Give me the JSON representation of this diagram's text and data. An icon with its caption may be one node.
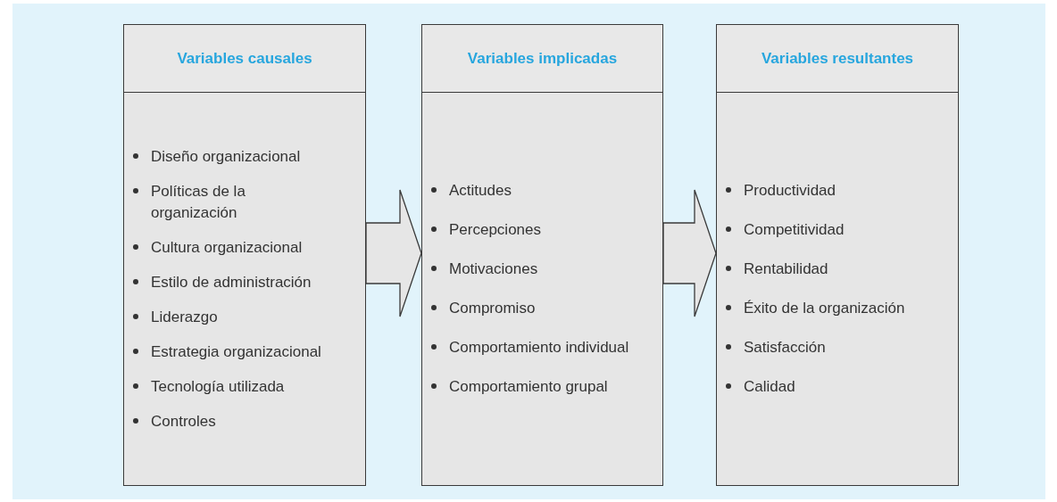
{
  "diagram": {
    "nodes": [
      {
        "text": [
          "Variables causales",
          "Diseño organizacional",
          "Políticas de la organización",
          "Cultura organizacional",
          "Estilo de administración",
          "Liderazgo",
          "Estrategia organizacional",
          "Tecnología utilizada",
          "Controles"
        ]
      },
      {
        "text": [
          "Variables implicadas",
          "Actitudes",
          "Percepciones",
          "Motivaciones",
          "Compromiso",
          "Comportamiento individual",
          "Comportamiento grupal"
        ]
      },
      {
        "text": [
          "Variables resultantes",
          "Productividad",
          "Competitividad",
          "Rentabilidad",
          "Éxito de la organización",
          "Satisfacción",
          "Calidad"
        ]
      }
    ],
    "edges": [
      {
        "from": 0,
        "to": 1,
        "arrow": "to"
      },
      {
        "from": 1,
        "to": 2,
        "arrow": "to"
      }
    ]
  }
}
